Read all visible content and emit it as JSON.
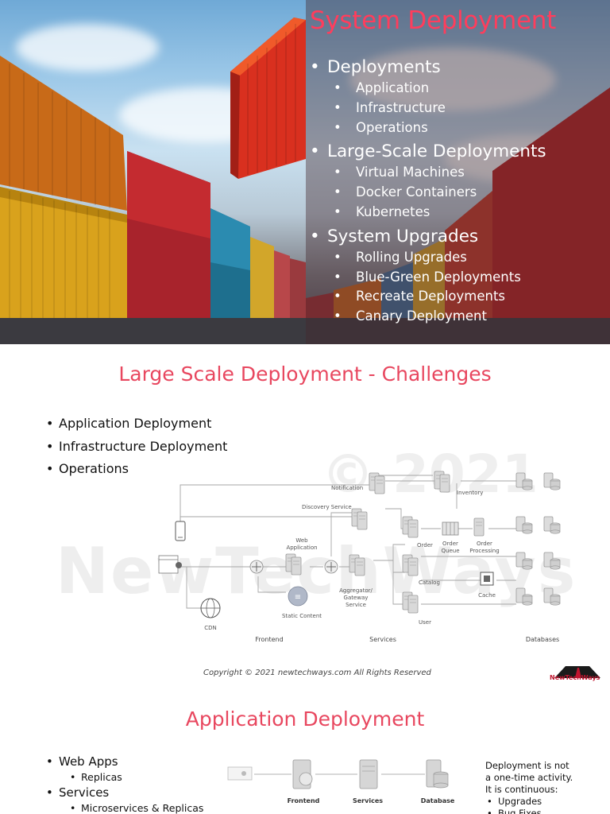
{
  "slide1": {
    "title": "System Deployment",
    "sections": [
      {
        "heading": "Deployments",
        "items": [
          "Application",
          "Infrastructure",
          "Operations"
        ]
      },
      {
        "heading": "Large-Scale Deployments",
        "items": [
          "Virtual Machines",
          "Docker Containers",
          "Kubernetes"
        ]
      },
      {
        "heading": "System Upgrades",
        "items": [
          "Rolling Upgrades",
          "Blue-Green Deployments",
          "Recreate Deployments",
          "Canary Deployment"
        ]
      }
    ],
    "colors": {
      "title": "#ff3d5c"
    }
  },
  "slide2": {
    "title": "Large Scale Deployment - Challenges",
    "bullets": [
      "Application Deployment",
      "Infrastructure Deployment",
      "Operations"
    ],
    "watermark_year": "© 2021",
    "watermark_brand": "NewTechWays",
    "diagram": {
      "labels": {
        "notification": "Notification",
        "inventory": "Inventory",
        "discovery": "Discovery Service",
        "web_app_1": "Web",
        "web_app_2": "Application",
        "order": "Order",
        "order_queue_1": "Order",
        "order_queue_2": "Queue",
        "order_processing_1": "Order",
        "order_processing_2": "Processing",
        "catalog": "Catalog",
        "cache": "Cache",
        "aggregator_1": "Aggregator/",
        "aggregator_2": "Gateway",
        "aggregator_3": "Service",
        "user": "User",
        "cdn": "CDN",
        "static_content": "Static Content",
        "frontend": "Frontend",
        "services": "Services",
        "databases": "Databases"
      }
    },
    "copyright": "Copyright © 2021 newtechways.com All Rights Reserved",
    "brand": "NewTechWays",
    "colors": {
      "title": "#e8475f",
      "brand": "#c0152f"
    }
  },
  "slide3": {
    "title": "Application Deployment",
    "bullets": [
      {
        "text": "Web Apps",
        "sub": [
          "Replicas"
        ]
      },
      {
        "text": "Services",
        "sub": [
          "Microservices & Replicas"
        ]
      }
    ],
    "diagram": {
      "frontend": "Frontend",
      "services": "Services",
      "database": "Database"
    },
    "note_lines": [
      "Deployment is not",
      "a one-time activity.",
      "It is continuous:"
    ],
    "note_items": [
      "Upgrades",
      "Bug Fixes"
    ]
  }
}
